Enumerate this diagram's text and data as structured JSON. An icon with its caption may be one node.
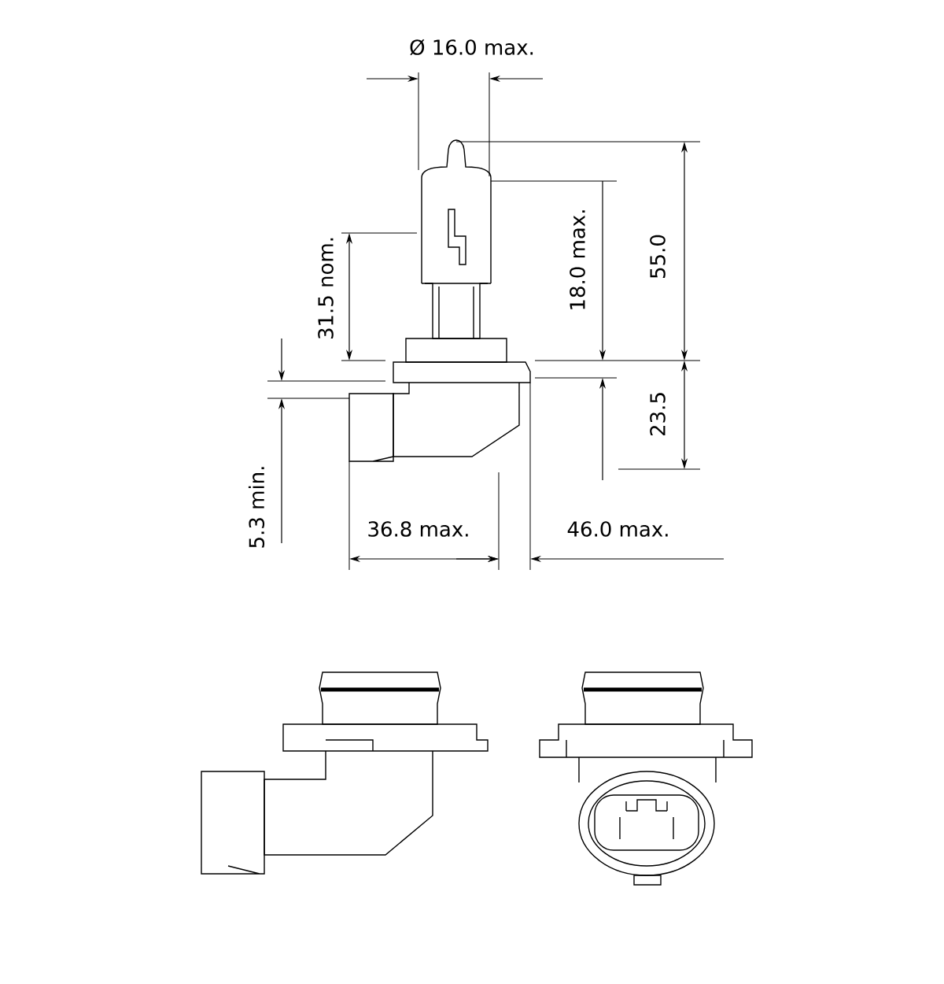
{
  "diagram": {
    "labels": [
      "Ø 16.0 max.",
      "31.5 nom.",
      "18.0 max.",
      "55.0",
      "23.5",
      "5.3 min.",
      "36.8 max.",
      "46.0 max."
    ]
  }
}
